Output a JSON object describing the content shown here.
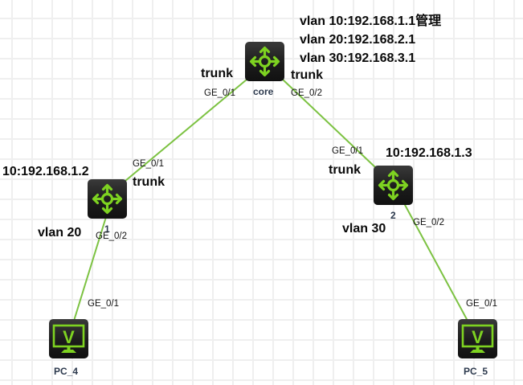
{
  "diagram": {
    "link_color": "#7cc242",
    "icon_color": "#7ed321",
    "devices": {
      "core": {
        "name": "core",
        "type": "switch"
      },
      "sw1": {
        "name": "1",
        "type": "switch"
      },
      "sw2": {
        "name": "2",
        "type": "switch"
      },
      "pc4": {
        "name": "PC_4",
        "type": "pc",
        "glyph": "V"
      },
      "pc5": {
        "name": "PC_5",
        "type": "pc",
        "glyph": "V"
      }
    },
    "links": [
      {
        "from": "core",
        "from_port": "GE_0/1",
        "to": "sw1",
        "to_port": "GE_0/1"
      },
      {
        "from": "core",
        "from_port": "GE_0/2",
        "to": "sw2",
        "to_port": "GE_0/1"
      },
      {
        "from": "sw1",
        "from_port": "GE_0/2",
        "to": "pc4",
        "to_port": "GE_0/1"
      },
      {
        "from": "sw2",
        "from_port": "GE_0/2",
        "to": "pc5",
        "to_port": "GE_0/1"
      }
    ],
    "annotations": {
      "core_vlans": [
        "vlan 10:192.168.1.1管理",
        "vlan 20:192.168.2.1",
        "vlan 30:192.168.3.1"
      ],
      "core_trunk_left": "trunk",
      "core_trunk_right": "trunk",
      "sw1_ip": "10:192.168.1.2",
      "sw1_trunk": "trunk",
      "sw1_vlan": "vlan 20",
      "sw2_ip": "10:192.168.1.3",
      "sw2_trunk": "trunk",
      "sw2_vlan": "vlan 30"
    }
  }
}
